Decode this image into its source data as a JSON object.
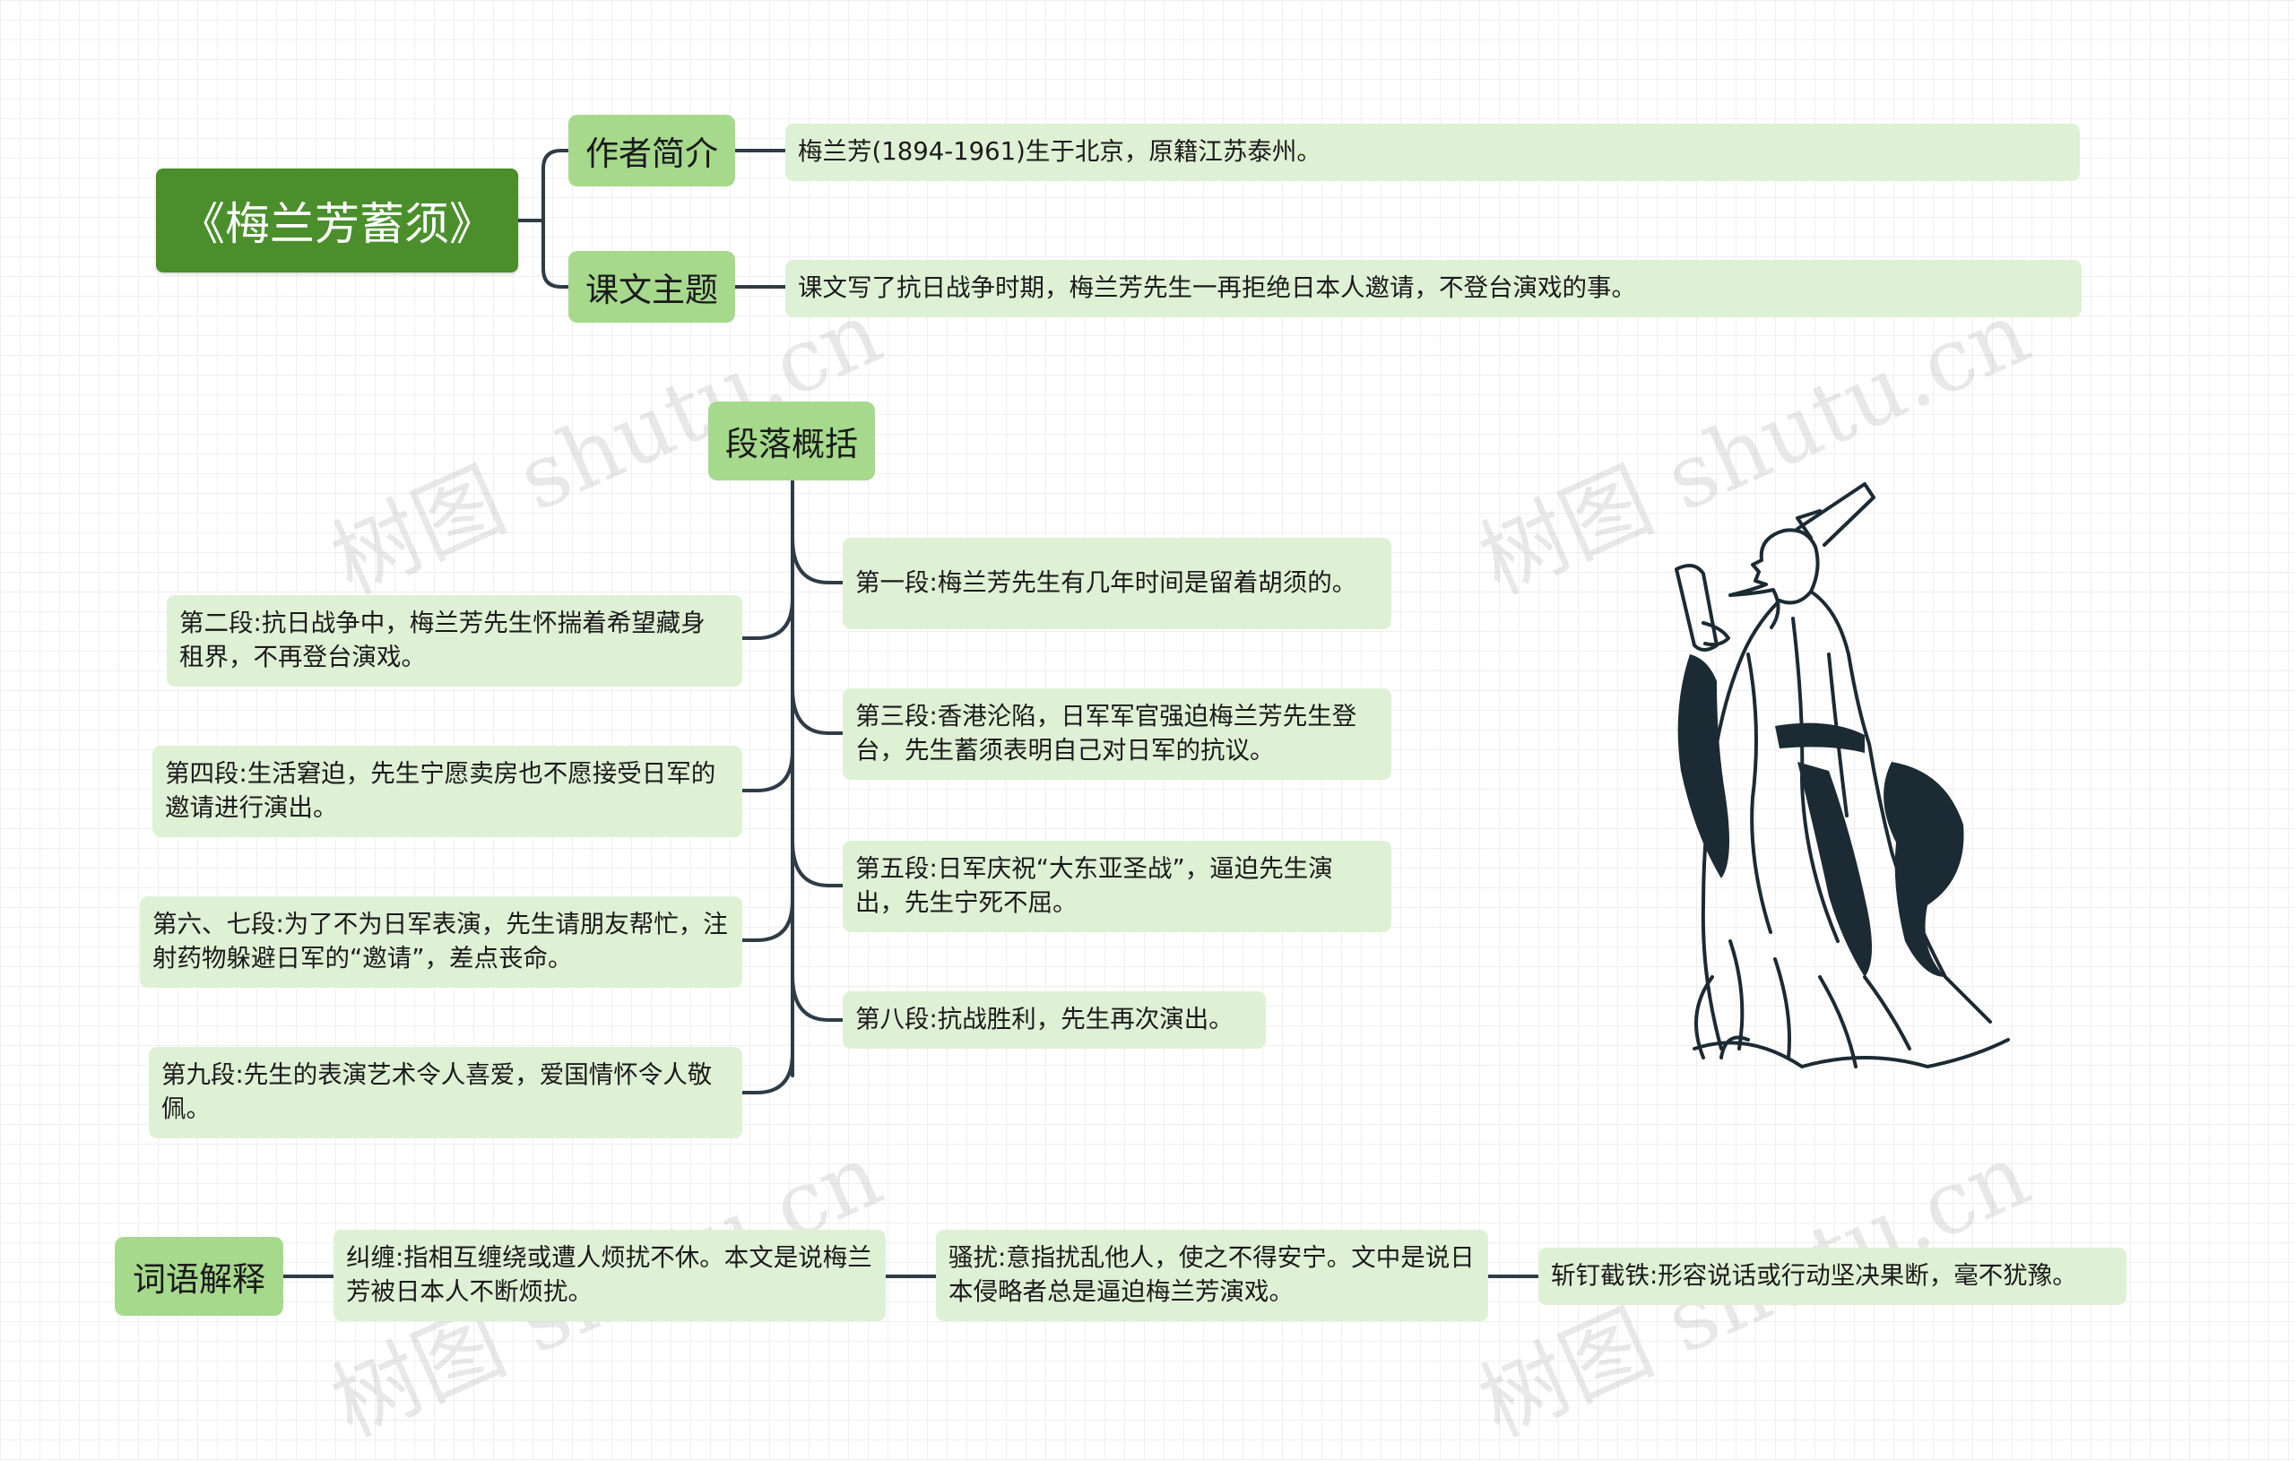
{
  "root": {
    "title": "《梅兰芳蓄须》"
  },
  "author": {
    "label": "作者简介",
    "text": "梅兰芳(1894-1961)生于北京，原籍江苏泰州。"
  },
  "theme": {
    "label": "课文主题",
    "text": "课文写了抗日战争时期，梅兰芳先生一再拒绝日本人邀请，不登台演戏的事。"
  },
  "paragraphs": {
    "label": "段落概括",
    "right": [
      "第一段:梅兰芳先生有几年时间是留着胡须的。",
      "第三段:香港沦陷，日军军官强迫梅兰芳先生登台，先生蓄须表明自己对日军的抗议。",
      "第五段:日军庆祝“大东亚圣战”，逼迫先生演出，先生宁死不屈。",
      "第八段:抗战胜利，先生再次演出。"
    ],
    "left": [
      "第二段:抗日战争中，梅兰芳先生怀揣着希望藏身租界，不再登台演戏。",
      "第四段:生活窘迫，先生宁愿卖房也不愿接受日军的邀请进行演出。",
      "第六、七段:为了不为日军表演，先生请朋友帮忙，注射药物躲避日军的“邀请”，差点丧命。",
      "第九段:先生的表演艺术令人喜爱，爱国情怀令人敬佩。"
    ]
  },
  "vocab": {
    "label": "词语解释",
    "items": [
      "纠缠:指相互缠绕或遭人烦扰不休。本文是说梅兰芳被日本人不断烦扰。",
      "骚扰:意指扰乱他人，使之不得安宁。文中是说日本侵略者总是逼迫梅兰芳演戏。",
      "斩钉截铁:形容说话或行动坚决果断，毫不犹豫。"
    ]
  },
  "watermark": "树图 shutu.cn",
  "colors": {
    "root": "#4a8f2c",
    "topic": "#a6d98c",
    "leaf": "#dff1d5",
    "line": "#2f3b45"
  }
}
